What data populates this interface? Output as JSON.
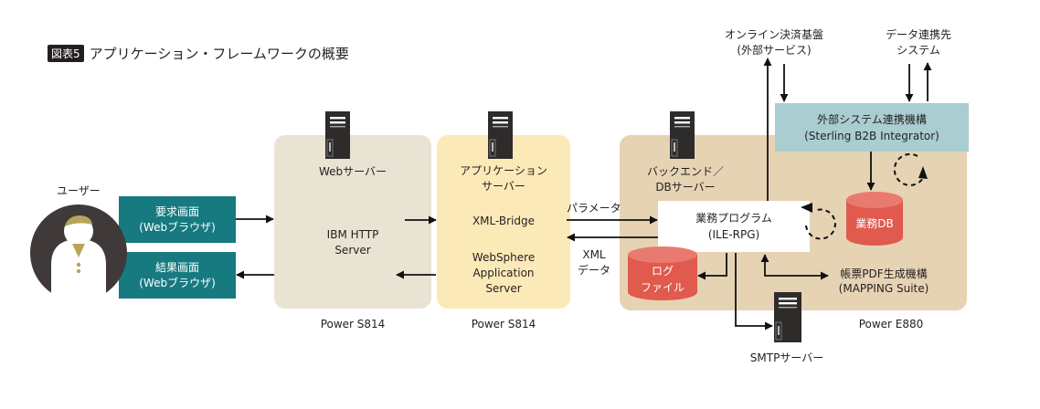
{
  "figure": {
    "badge": "図表5",
    "title": "アプリケーション・フレームワークの概要"
  },
  "colors": {
    "web_panel": "#e8e3d3",
    "app_panel": "#fbe9b7",
    "backend_panel": "#e6d3b3",
    "teal_screen": "#167a80",
    "external_box": "#a9cdd0",
    "database_red": "#e05a4e",
    "server_dark": "#2e2b2b",
    "user_circle": "#3f3a39",
    "user_accent": "#b8a45a"
  },
  "user": {
    "label": "ユーザー",
    "request_screen": [
      "要求画面",
      "(Webブラウザ)"
    ],
    "result_screen": [
      "結果画面",
      "(Webブラウザ)"
    ]
  },
  "web_server": {
    "title": "Webサーバー",
    "software": [
      "IBM HTTP",
      "Server"
    ],
    "machine": "Power S814"
  },
  "app_server": {
    "title": [
      "アプリケーション",
      "サーバー"
    ],
    "bridge": "XML-Bridge",
    "software": [
      "WebSphere",
      "Application",
      "Server"
    ],
    "machine": "Power S814"
  },
  "connectors": {
    "parameter": "パラメータ",
    "xml_data": [
      "XML",
      "データ"
    ]
  },
  "backend_server": {
    "title": [
      "バックエンド／",
      "DBサーバー"
    ],
    "business_program": [
      "業務プログラム",
      "(ILE-RPG)"
    ],
    "log_file": [
      "ログ",
      "ファイル"
    ],
    "business_db": "業務DB",
    "pdf_engine": [
      "帳票PDF生成機構",
      "(MAPPING Suite)"
    ],
    "external_integration": [
      "外部システム連携機構",
      "(Sterling B2B Integrator)"
    ],
    "machine": "Power E880"
  },
  "external": {
    "online_payment": [
      "オンライン決済基盤",
      "(外部サービス)"
    ],
    "data_partner": [
      "データ連携先",
      "システム"
    ],
    "smtp_server": "SMTPサーバー"
  }
}
